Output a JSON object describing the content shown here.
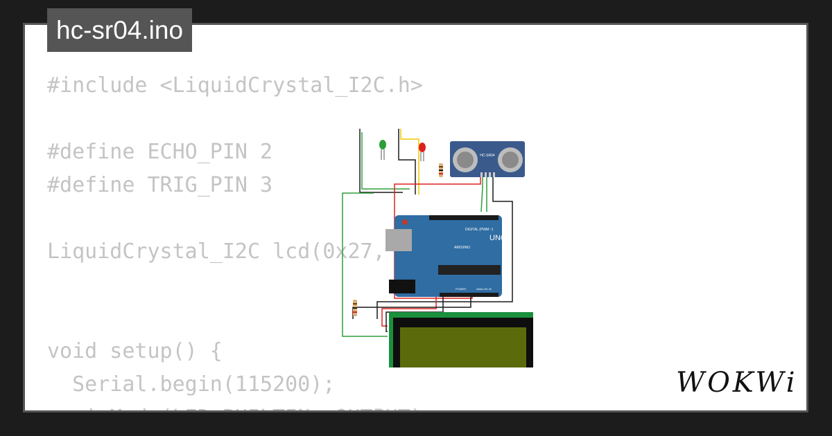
{
  "title": "hc-sr04.ino",
  "code_lines": [
    "#include <LiquidCrystal_I2C.h>",
    "",
    "#define ECHO_PIN 2",
    "#define TRIG_PIN 3",
    "",
    "LiquidCrystal_I2C lcd(0x27, 20,",
    "",
    "",
    "void setup() {",
    "  Serial.begin(115200);",
    "  pinMode(LED_BUILTIN, OUTPUT);"
  ],
  "circuit": {
    "sensor_label": "HC-SR04",
    "board_name": "UNO",
    "board_brand": "ARDUINO",
    "digital_label": "DIGITAL (PWM ~)",
    "power_label": "POWER",
    "analog_label": "ANALOG IN",
    "led_colors": [
      "#2e9e3a",
      "#e02020"
    ],
    "pcb_color": "#2f6da3",
    "lcd_bezel_color": "#1a8f3c",
    "lcd_screen_color": "#5b6b0c"
  },
  "logo": "WOKWi"
}
